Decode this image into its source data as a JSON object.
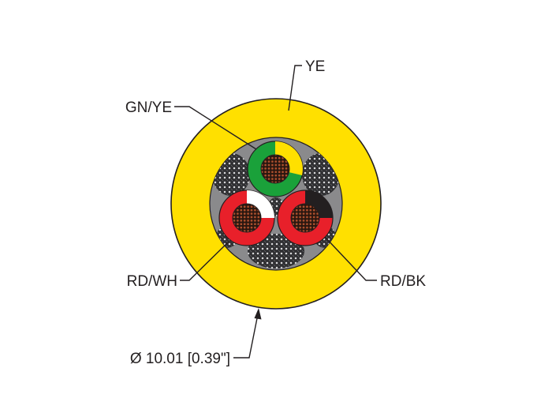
{
  "labels": {
    "jacket": "YE",
    "conductor_top": "GN/YE",
    "conductor_left": "RD/WH",
    "conductor_right": "RD/BK",
    "diameter": "Ø 10.01 [0.39\"]"
  },
  "colors": {
    "jacket": "#ffe000",
    "jacket_outline": "#231f20",
    "inner": "#8a8a8c",
    "filler": "#2f2f31",
    "green": "#1aa13a",
    "yellow": "#ffe000",
    "red": "#e8202a",
    "white": "#ffffff",
    "black": "#231f20",
    "copper": "#a0462a"
  },
  "icons": {
    "diameter_arrow": "arrow-up-icon"
  }
}
